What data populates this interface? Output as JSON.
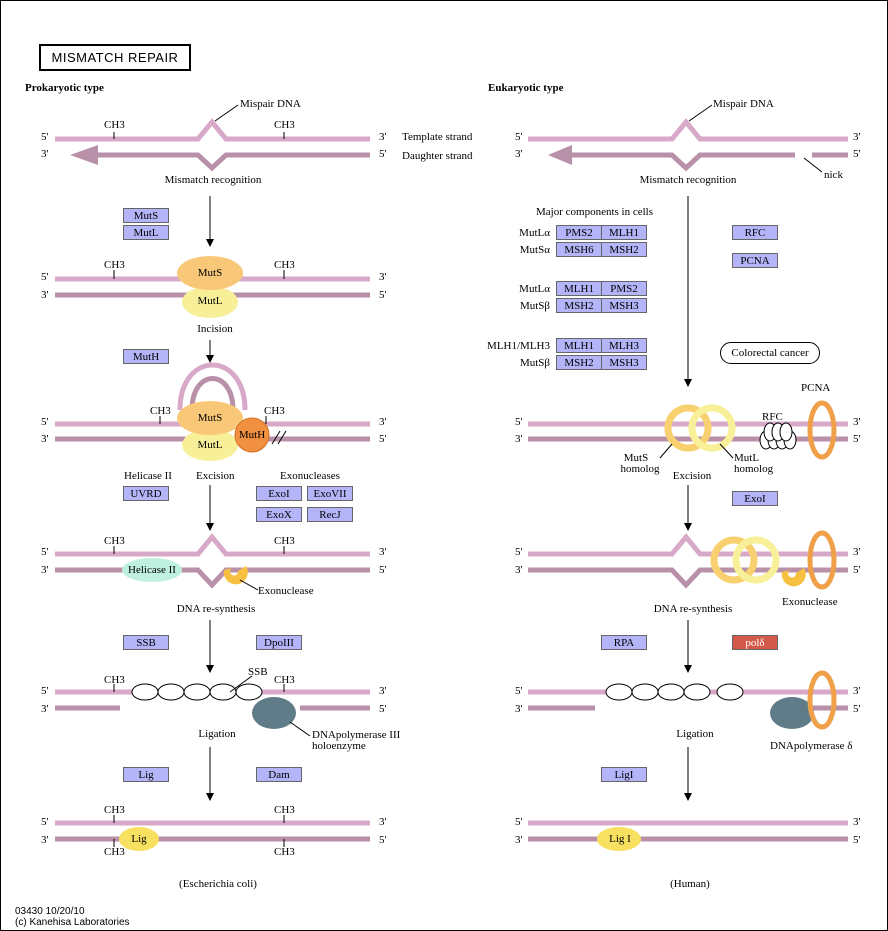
{
  "title": "MISMATCH REPAIR",
  "prokaryotic": {
    "heading": "Prokaryotic type",
    "organism": "(Escherichia coli)",
    "genes": {
      "muts": "MutS",
      "mutl": "MutL",
      "muth": "MutH",
      "uvrd": "UVRD",
      "exoi": "ExoI",
      "exovii": "ExoVII",
      "exox": "ExoX",
      "recj": "RecJ",
      "ssb": "SSB",
      "dpoiii": "DpoIII",
      "lig": "Lig",
      "dam": "Dam"
    },
    "labels": {
      "mispair": "Mispair DNA",
      "template": "Template strand",
      "daughter": "Daughter strand",
      "recognition": "Mismatch recognition",
      "incision": "Incision",
      "helicase_label": "Helicase II",
      "excision": "Excision",
      "exonucleases": "Exonucleases",
      "helicase_blob": "Helicase II",
      "exonuclease": "Exonuclease",
      "resynthesis": "DNA re-synthesis",
      "ssb_label": "SSB",
      "dnapol_1": "DNApolymerase III",
      "dnapol_2": "holoenzyme",
      "ligation": "Ligation",
      "muts_blob": "MutS",
      "mutl_blob": "MutL",
      "muth_blob": "MutH",
      "lig_blob": "Lig"
    }
  },
  "eukaryotic": {
    "heading": "Eukaryotic type",
    "organism": "(Human)",
    "labels": {
      "mispair": "Mispair DNA",
      "recognition": "Mismatch recognition",
      "nick": "nick",
      "major": "Major components in cells",
      "mutla": "MutLα",
      "mutsa": "MutSα",
      "mutla2": "MutLα",
      "mutsb": "MutSβ",
      "mlh1mlh3": "MLH1/MLH3",
      "mutsb2": "MutSβ",
      "colorectal": "Colorectal cancer",
      "pcna_label": "PCNA",
      "rfc_label": "RFC",
      "muts_hom_1": "MutS",
      "muts_hom_2": "homolog",
      "mutl_hom_1": "MutL",
      "mutl_hom_2": "homolog",
      "excision": "Excision",
      "exonuclease": "Exonuclease",
      "resynthesis": "DNA re-synthesis",
      "dnapol": "DNApolymerase δ",
      "ligation": "Ligation",
      "lig_blob": "Lig I"
    },
    "genes": {
      "pms2_a": "PMS2",
      "mlh1_a": "MLH1",
      "msh6": "MSH6",
      "msh2_a": "MSH2",
      "mlh1_b": "MLH1",
      "pms2_b": "PMS2",
      "msh2_b": "MSH2",
      "msh3_b": "MSH3",
      "mlh1_c": "MLH1",
      "mlh3": "MLH3",
      "msh2_c": "MSH2",
      "msh3_c": "MSH3",
      "rfc": "RFC",
      "pcna": "PCNA",
      "exoi": "ExoI",
      "rpa": "RPA",
      "pold": "polδ",
      "ligi": "LigI"
    }
  },
  "strand_ends": {
    "five": "5'",
    "three": "3'"
  },
  "methyl": "CH3",
  "footer": {
    "line1": "03430 10/20/10",
    "line2": "(c) Kanehisa Laboratories"
  },
  "colors": {
    "strand_top": "#d8a8c8",
    "strand_bottom": "#b890a8",
    "gene_box": "#b4b4f8",
    "muts": "#f8c878",
    "mutl": "#f8f098",
    "muth": "#f09040",
    "pcna": "#f0a048",
    "pol": "#607c88"
  }
}
